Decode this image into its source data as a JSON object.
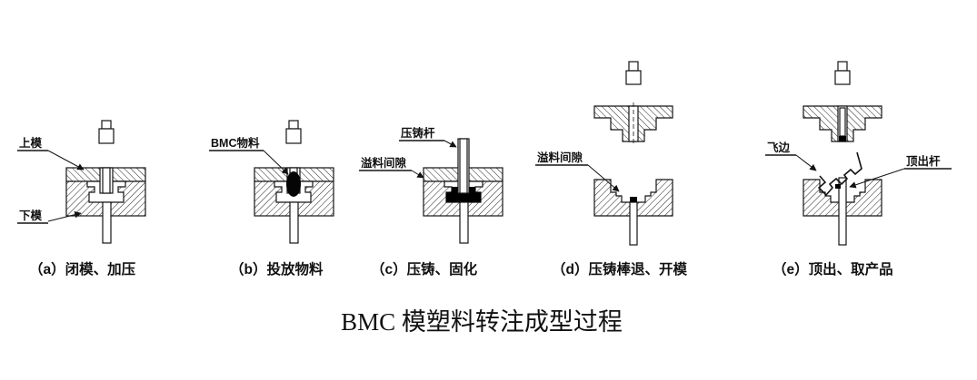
{
  "figure": {
    "title": "BMC 模塑料转注成型过程",
    "colors": {
      "line": "#141414",
      "material": "#000000",
      "background": "#ffffff"
    },
    "stations": [
      {
        "id": "a",
        "caption": "（a）闭模、加压",
        "callouts": {
          "upper_mold": "上模",
          "lower_mold": "下模"
        }
      },
      {
        "id": "b",
        "caption": "（b）投放物料",
        "callouts": {
          "material": "BMC物料"
        }
      },
      {
        "id": "c",
        "caption": "（c）压铸、固化",
        "callouts": {
          "press_rod": "压铸杆",
          "overflow_gap": "溢料间隙"
        }
      },
      {
        "id": "d",
        "caption": "（d）压铸棒退、开模",
        "callouts": {
          "overflow_gap": "溢料间隙"
        }
      },
      {
        "id": "e",
        "caption": "（e）顶出、取产品",
        "callouts": {
          "flash": "飞边",
          "ejector_rod": "顶出杆"
        }
      }
    ]
  }
}
